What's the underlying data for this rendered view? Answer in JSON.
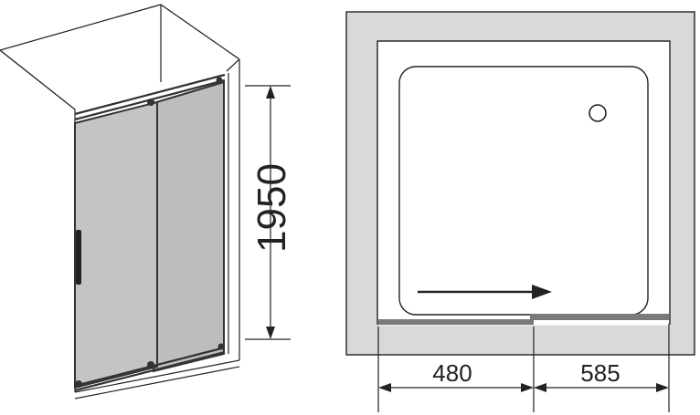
{
  "dimensions": {
    "height_label": "1950",
    "left_width_label": "480",
    "right_width_label": "585"
  },
  "colors": {
    "line": "#222222",
    "wall_fill": "#d9d9d9",
    "glass_fill": "#bdbdbd",
    "glass_frame": "#333333",
    "tray_fill": "#ffffff",
    "door_track": "#7a7a7a"
  }
}
